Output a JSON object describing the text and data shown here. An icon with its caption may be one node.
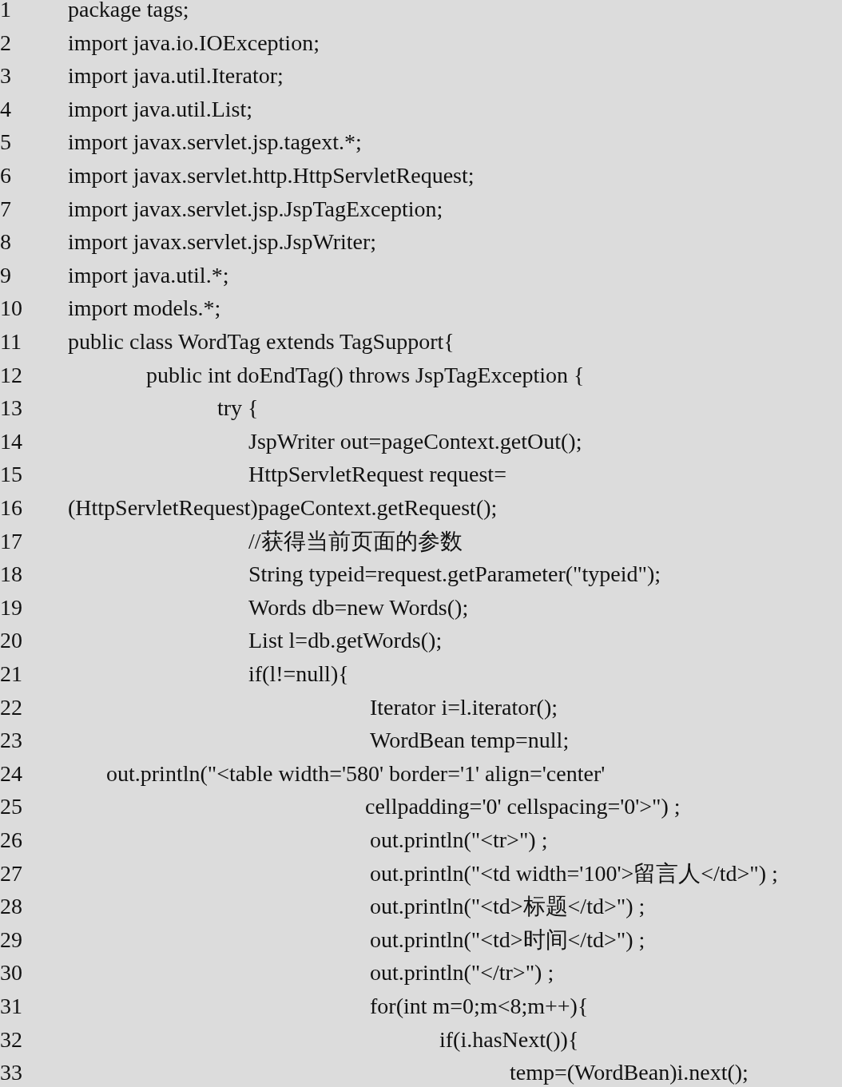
{
  "diagram": {
    "labels": [
      "1",
      "package tags;",
      "2",
      "import java.io.IOException;",
      "3",
      "import java.util.Iterator;",
      "4",
      "import java.util.List;",
      "5",
      "import javax.servlet.jsp.tagext.*;",
      "6",
      "import javax.servlet.http.HttpServletRequest;",
      "7",
      "import javax.servlet.jsp.JspTagException;",
      "8",
      "import javax.servlet.jsp.JspWriter;",
      "9",
      "import java.util.*;",
      "10",
      "import models.*;",
      "11",
      "public class WordTag extends TagSupport{",
      "12",
      "public int doEndTag() throws JspTagException {",
      "13",
      "try {",
      "14",
      "JspWriter out=pageContext.getOut();",
      "15",
      "HttpServletRequest request=",
      "16",
      "(HttpServletRequest)pageContext.getRequest();",
      "17",
      "//获得当前页面的参数",
      "18",
      "String typeid=request.getParameter(\"typeid\");",
      "19",
      "Words db=new Words();",
      "20",
      "List l=db.getWords();",
      "21",
      "if(l!=null){",
      "22",
      "Iterator i=l.iterator();",
      "23",
      "WordBean temp=null;",
      "24",
      "out.println(\"<table width='580' border='1' align='center'",
      "25",
      "cellpadding='0' cellspacing='0'>\") ;",
      "26",
      "out.println(\"<tr>\") ;",
      "27",
      "out.println(\"<td width='100'>留言人</td>\") ;",
      "28",
      "out.println(\"<td>标题</td>\") ;",
      "29",
      "out.println(\"<td>时间</td>\") ;",
      "30",
      "out.println(\"</tr>\") ;",
      "31",
      "for(int m=0;m<8;m++){",
      "32",
      "if(i.hasNext()){",
      "33",
      "temp=(WordBean)i.next();"
    ]
  }
}
